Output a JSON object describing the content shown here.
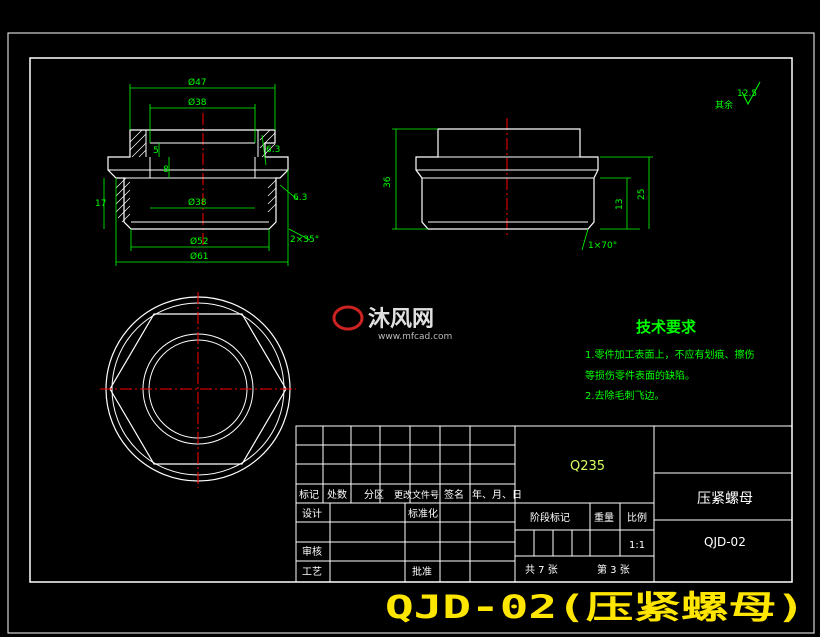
{
  "drawing": {
    "dims": {
      "d47": "Ø47",
      "d38_top": "Ø38",
      "d38_mid": "Ø38",
      "d52": "Ø52",
      "d61": "Ø61",
      "h5": "5",
      "h8": "8",
      "h17": "17",
      "chamfer_left": "2×35°",
      "r63a": "6.3",
      "r63b": "6.3",
      "h36": "36",
      "h13": "13",
      "h25": "25",
      "chamfer_right": "1×70°"
    },
    "roughness": {
      "value": "12.5",
      "label": "其余"
    },
    "tech_req": {
      "title": "技术要求",
      "line1": "1.零件加工表面上，不应有划痕、擦伤",
      "line2": "等损伤零件表面的缺陷。",
      "line3": "2.去除毛刺飞边。"
    }
  },
  "title_block": {
    "material": "Q235",
    "part_name": "压紧螺母",
    "drawing_no": "QJD-02",
    "scale": "1:1",
    "headers": [
      "标记",
      "处数",
      "分区",
      "更改文件号",
      "签名",
      "年、月、日"
    ],
    "design": "设计",
    "standardize": "标准化",
    "review": "审核",
    "process": "工艺",
    "approve": "批准",
    "stage_mark": "阶段标记",
    "weight": "重量",
    "ratio": "比例",
    "sheets": "共 7 张",
    "sheet_no": "第 3 张"
  },
  "watermark": {
    "cn": "沐风网",
    "url": "www.mfcad.com"
  },
  "caption": "QJD-02(压紧螺母)"
}
